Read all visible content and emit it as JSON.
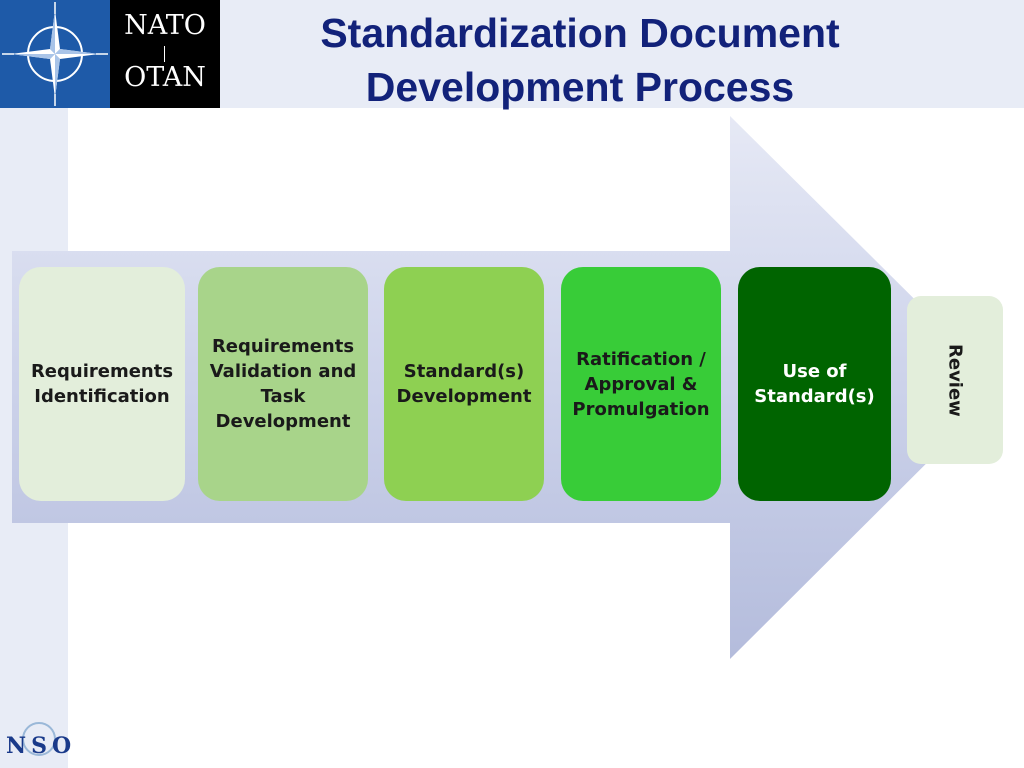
{
  "header": {
    "title_line1": "Standardization Document",
    "title_line2": "Development Process"
  },
  "logo": {
    "line1": "NATO",
    "line2": "OTAN",
    "icon": "nato-compass-star-icon"
  },
  "footer": {
    "mark": "NSO"
  },
  "process": {
    "steps": [
      {
        "label": "Requirements Identification"
      },
      {
        "label": "Requirements Validation and Task Development"
      },
      {
        "label": "Standard(s) Development"
      },
      {
        "label": "Ratification / Approval & Promulgation"
      },
      {
        "label": "Use of Standard(s)"
      },
      {
        "label": "Review"
      }
    ]
  },
  "colors": {
    "title": "#12227a",
    "step1": "#e3eedb",
    "step2": "#a8d48a",
    "step3": "#8ed052",
    "step4": "#38cc38",
    "step5": "#006400",
    "step6": "#e3eedb",
    "arrow": "#c9cfe6"
  }
}
